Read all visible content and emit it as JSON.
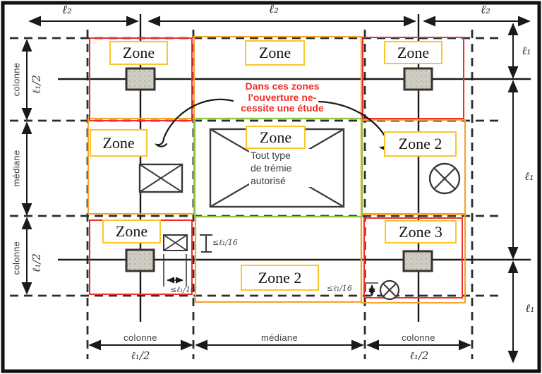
{
  "zones": {
    "top_left": "Zone",
    "top_mid": "Zone",
    "top_right": "Zone",
    "mid_left": "Zone",
    "center": "Zone",
    "mid_right": "Zone 2",
    "bottom_left": "Zone",
    "bottom_mid": "Zone 2",
    "bottom_right": "Zone 3"
  },
  "notes": {
    "red": {
      "line1": "Dans ces zones",
      "line2": "l'ouverture ne-",
      "line3": "cessite une étude"
    },
    "center": {
      "line1": "Tout type",
      "line2": "de trémie",
      "line3": "autorisé"
    }
  },
  "dims": {
    "l2": "ℓ₂",
    "l1": "ℓ₁",
    "l1_half": "ℓ₁/2",
    "max_sixteenth": "≤ℓ₁/16",
    "colonne": "colonne",
    "mediane": "médiane"
  },
  "colors": {
    "red_rect": "#EF2F2F",
    "orange_rect": "#F5A42C",
    "yellow_label_box": "#FFC427",
    "green_rect": "#8CC63F",
    "red_text": "#EE2F28",
    "line_black": "#1A1A1A",
    "column_fill": "#CFCCC3"
  }
}
